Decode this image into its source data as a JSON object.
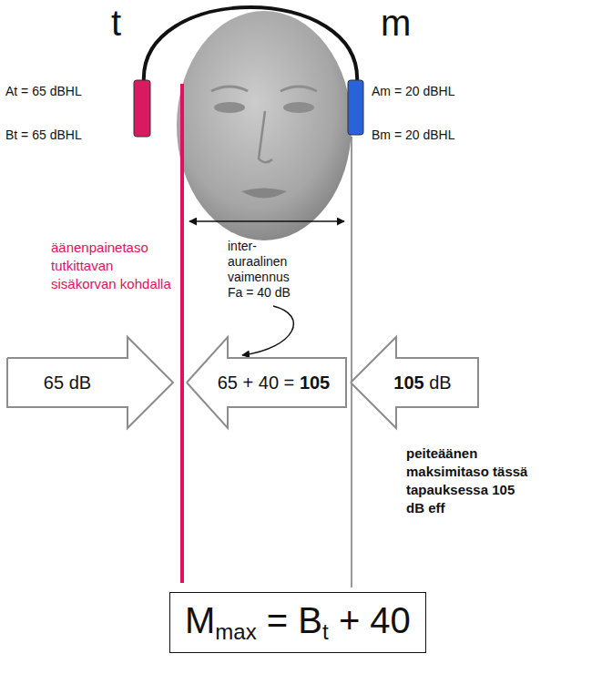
{
  "diagram": {
    "nodes": [
      {
        "text": [
          "65 dB"
        ]
      },
      {
        "text": [
          "65 + 40 =",
          "105"
        ]
      },
      {
        "text": [
          "105",
          "dB"
        ]
      },
      {
        "text": [
          "M",
          "max",
          "= B",
          "t",
          "+ 40"
        ]
      }
    ],
    "labels": [
      "t",
      "m",
      "At = 65 dBHL",
      "Bt = 65 dBHL",
      "Am = 20 dBHL",
      "Bm = 20 dBHL",
      "äänenpainetaso tutkittavan sisäkorvan kohdalla",
      "inter- auraalinen vaimennus Fa = 40 dB",
      "peiteäänen maksimitaso tässä tapauksessa 105 dB eff"
    ]
  }
}
